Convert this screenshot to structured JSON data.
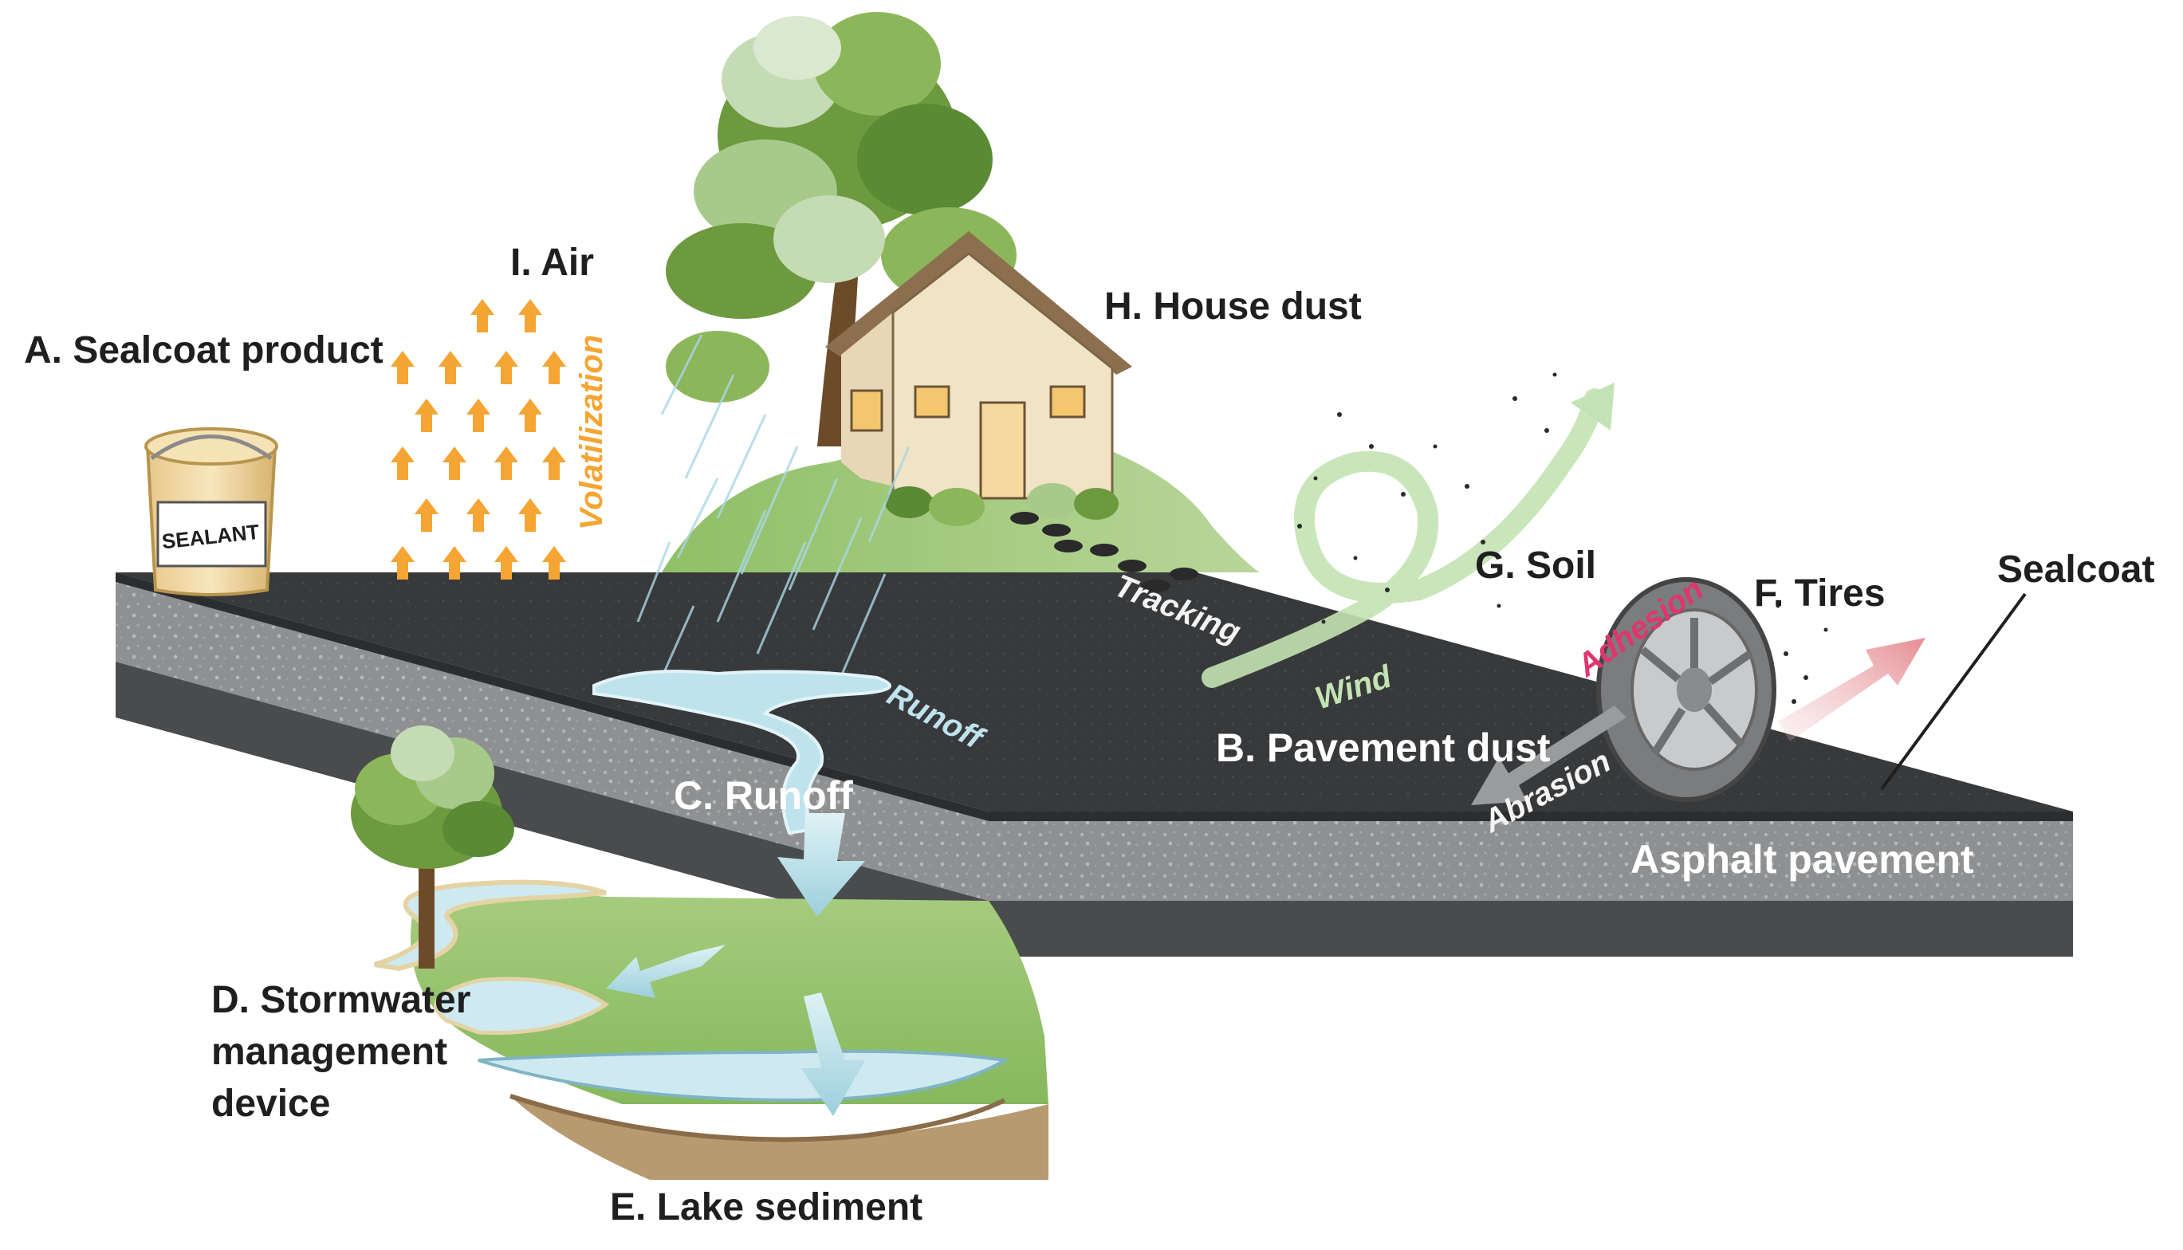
{
  "labels": {
    "sealcoat_product": "A. Sealcoat product",
    "pavement_dust": "B. Pavement dust",
    "runoff": "C. Runoff",
    "stormwater_line1": "D. Stormwater",
    "stormwater_line2": "management",
    "stormwater_line3": "device",
    "lake_sediment": "E. Lake sediment",
    "tires": "F. Tires",
    "soil": "G. Soil",
    "house_dust": "H. House dust",
    "air": "I. Air"
  },
  "process_labels": {
    "volatilization": "Volatilization",
    "runoff": "Runoff",
    "tracking": "Tracking",
    "wind": "Wind",
    "adhesion": "Adhesion",
    "abrasion": "Abrasion"
  },
  "layer_labels": {
    "sealcoat": "Sealcoat",
    "asphalt_pavement": "Asphalt pavement"
  },
  "bucket_label": "SEALANT",
  "colors": {
    "sealcoat_surface": "#3a3b3d",
    "asphalt_layer": "#8e8f91",
    "pavement_base": "#4a4b4d",
    "grass": "#8fbf66",
    "water": "#bfe3ec",
    "volatilization_orange": "#f5a533",
    "adhesion_pink": "#e0356d",
    "wind_green": "#c3e3b4",
    "tire_arrow_pink": "#e7a6a9"
  }
}
